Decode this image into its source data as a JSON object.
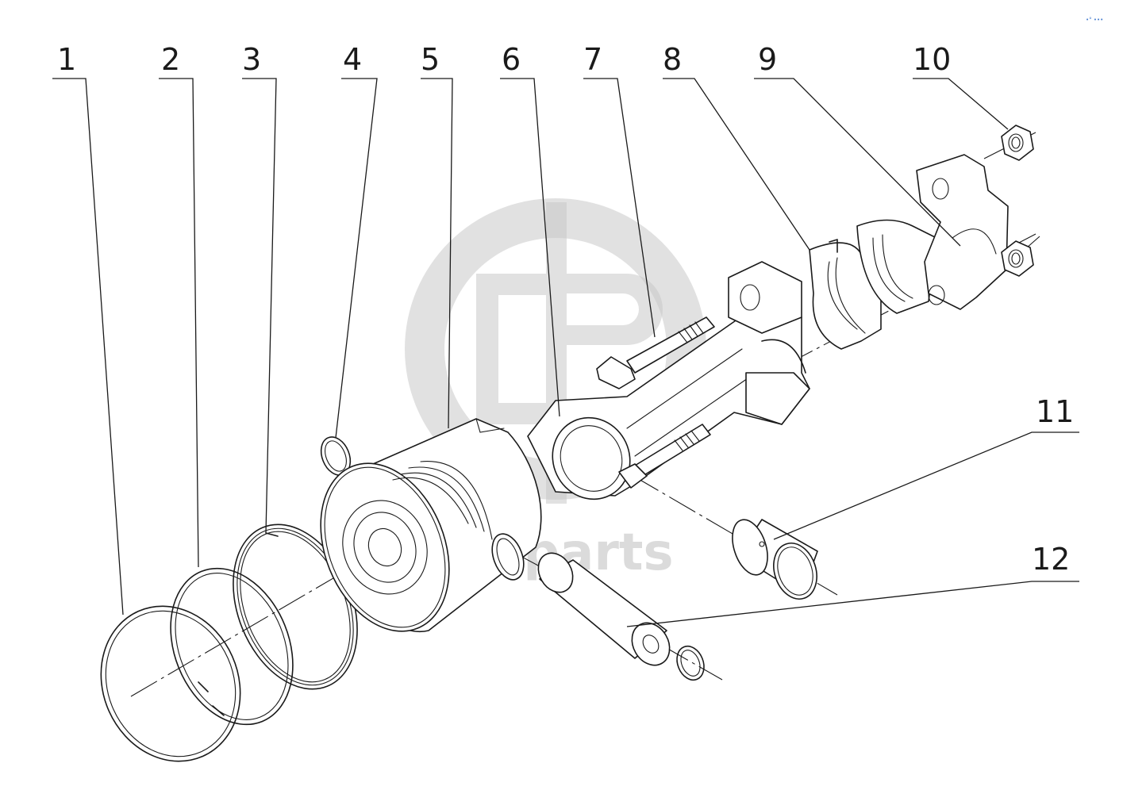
{
  "watermark": {
    "text": "data-parts",
    "logo": "gp-logo",
    "color": "#c8c8c8"
  },
  "corner_mark": "•° •••",
  "callouts": [
    {
      "id": "1",
      "label": "1"
    },
    {
      "id": "2",
      "label": "2"
    },
    {
      "id": "3",
      "label": "3"
    },
    {
      "id": "4",
      "label": "4"
    },
    {
      "id": "5",
      "label": "5"
    },
    {
      "id": "6",
      "label": "6"
    },
    {
      "id": "7",
      "label": "7"
    },
    {
      "id": "8",
      "label": "8"
    },
    {
      "id": "9",
      "label": "9"
    },
    {
      "id": "10",
      "label": "10"
    },
    {
      "id": "11",
      "label": "11"
    },
    {
      "id": "12",
      "label": "12"
    }
  ],
  "colors": {
    "line": "#1a1a1a",
    "background": "#ffffff",
    "watermark": "#c8c8c8"
  }
}
